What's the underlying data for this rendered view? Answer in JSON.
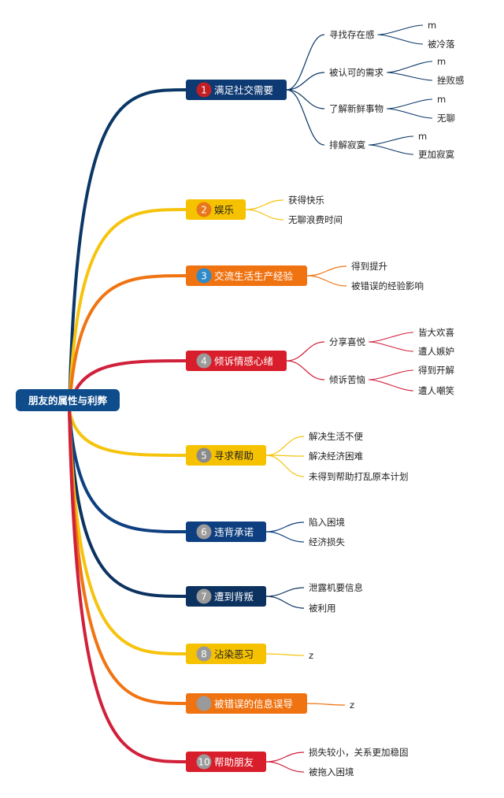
{
  "root": {
    "label": "朋友的属性与利弊",
    "color": "#0E4C8C"
  },
  "branches": [
    {
      "num": "1",
      "label": "满足社交需要",
      "box": "#0E3A73",
      "circle": "#C21F25",
      "line": "#0B3766",
      "text": "#ffffff",
      "children": [
        {
          "label": "寻找存在感",
          "children": [
            "m",
            "被冷落"
          ]
        },
        {
          "label": "被认可的需求",
          "children": [
            "m",
            "挫败感"
          ]
        },
        {
          "label": "了解新鲜事物",
          "children": [
            "m",
            "无聊"
          ]
        },
        {
          "label": "排解寂寞",
          "children": [
            "m",
            "更加寂寞"
          ]
        }
      ]
    },
    {
      "num": "2",
      "label": "娱乐",
      "box": "#F6C200",
      "circle": "#E8761A",
      "line": "#F6C30D",
      "text": "#222222",
      "children": [
        {
          "label": "获得快乐"
        },
        {
          "label": "无聊浪费时间"
        }
      ]
    },
    {
      "num": "3",
      "label": "交流生活生产经验",
      "box": "#F07312",
      "circle": "#2E8BC9",
      "line": "#F07412",
      "text": "#ffffff",
      "children": [
        {
          "label": "得到提升"
        },
        {
          "label": "被错误的经验影响"
        }
      ]
    },
    {
      "num": "4",
      "label": "倾诉情感心绪",
      "box": "#D81E2A",
      "circle": "#9A9A9A",
      "line": "#D0203A",
      "text": "#ffffff",
      "children": [
        {
          "label": "分享喜悦",
          "children": [
            "皆大欢喜",
            "遭人嫉妒"
          ]
        },
        {
          "label": "倾诉苦恼",
          "children": [
            "得到开解",
            "遭人嘲笑"
          ]
        }
      ]
    },
    {
      "num": "5",
      "label": "寻求帮助",
      "box": "#F6C200",
      "circle": "#8A8A8A",
      "line": "#F6C30D",
      "text": "#222222",
      "children": [
        {
          "label": "解决生活不便"
        },
        {
          "label": "解决经济困难"
        },
        {
          "label": "未得到帮助打乱原本计划"
        }
      ]
    },
    {
      "num": "6",
      "label": "违背承诺",
      "box": "#0E3F80",
      "circle": "#9A9A9A",
      "line": "#0E3F80",
      "text": "#ffffff",
      "children": [
        {
          "label": "陷入困境"
        },
        {
          "label": "经济损失"
        }
      ]
    },
    {
      "num": "7",
      "label": "遭到背叛",
      "box": "#0C3260",
      "circle": "#9A9A9A",
      "line": "#0C3260",
      "text": "#ffffff",
      "children": [
        {
          "label": "泄露机要信息"
        },
        {
          "label": "被利用"
        }
      ]
    },
    {
      "num": "8",
      "label": "沾染恶习",
      "box": "#F6C200",
      "circle": "#9A9A9A",
      "line": "#F6C30D",
      "text": "#222222",
      "children": [
        {
          "label": "z"
        }
      ]
    },
    {
      "num": "",
      "label": "被错误的信息误导",
      "box": "#F07312",
      "circle": "#9A9A9A",
      "line": "#F07412",
      "text": "#ffffff",
      "children": [
        {
          "label": "z"
        }
      ]
    },
    {
      "num": "10",
      "label": "帮助朋友",
      "box": "#D81E2A",
      "circle": "#9A9A9A",
      "line": "#D0203A",
      "text": "#ffffff",
      "children": [
        {
          "label": "损失较小，关系更加稳固"
        },
        {
          "label": "被拖入困境"
        }
      ]
    }
  ]
}
